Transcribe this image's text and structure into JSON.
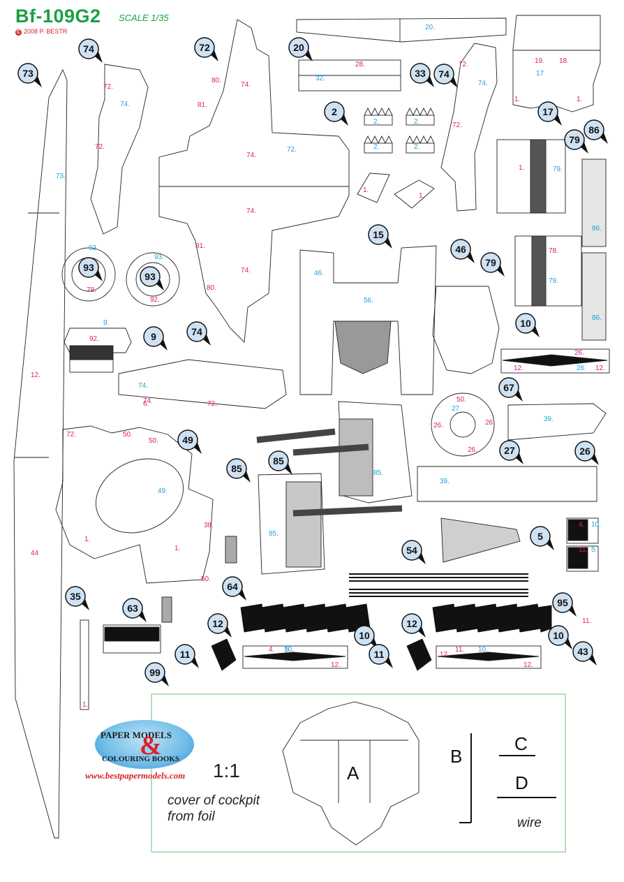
{
  "header": {
    "title": "Bf-109G2",
    "scale": "SCALE 1/35",
    "copyright_symbol": "C",
    "copyright": "2008 P. BESTR"
  },
  "footer": {
    "ratio": "1:1",
    "cover_line1": "cover of cockpit",
    "cover_line2": "from foil",
    "letter_a": "A",
    "letter_b": "B",
    "letter_c": "C",
    "letter_d": "D",
    "wire": "wire"
  },
  "logo": {
    "line1": "PAPER MODELS",
    "amp": "&",
    "line2": "COLOURING BOOKS",
    "url": "www.bestpapermodels.com"
  },
  "colors": {
    "title_green": "#1aa042",
    "number_magenta": "#e0177a",
    "number_cyan": "#1ea0dc",
    "marker_fill": "#cfe2f3",
    "marker_stroke": "#111111",
    "copyright_red": "#d8232a"
  },
  "markers": [
    "73",
    "74",
    "72",
    "20",
    "33",
    "74",
    "17",
    "2",
    "79",
    "86",
    "15",
    "46",
    "93",
    "93",
    "79",
    "10",
    "9",
    "74",
    "67",
    "49",
    "85",
    "85",
    "27",
    "26",
    "5",
    "54",
    "64",
    "35",
    "63",
    "12",
    "10",
    "11",
    "99",
    "12",
    "10",
    "11",
    "95",
    "43"
  ],
  "part_labels": {
    "magenta": [
      "72.",
      "72.",
      "80.",
      "81.",
      "74.",
      "74.",
      "74.",
      "74.",
      "81.",
      "80.",
      "28.",
      "1.",
      "1.",
      "1.",
      "1.",
      "72.",
      "72.",
      "19.",
      "18.",
      "1.",
      "1.",
      "78.",
      "78.",
      "92.",
      "92.",
      "6.",
      "72.",
      "72.",
      "50.",
      "50.",
      "1.",
      "1.",
      "38.",
      "50.",
      "50.",
      "26.",
      "26.",
      "26.",
      "26.",
      "12.",
      "12.",
      "11.",
      "4.",
      "4.",
      "12.",
      "11.",
      "12.",
      "12.",
      "11.",
      "12.",
      "44",
      "74.",
      "74."
    ],
    "cyan": [
      "74.",
      "72.",
      "73.",
      "20.",
      "32.",
      "2.",
      "2.",
      "2.",
      "2.",
      "74.",
      "17",
      "79.",
      "79.",
      "86.",
      "86.",
      "93.",
      "93.",
      "46.",
      "56.",
      "9.",
      "74.",
      "39.",
      "49.",
      "85.",
      "85.",
      "27",
      "39.",
      "26.",
      "10.",
      "5.",
      "5.",
      "10.",
      "10."
    ]
  }
}
